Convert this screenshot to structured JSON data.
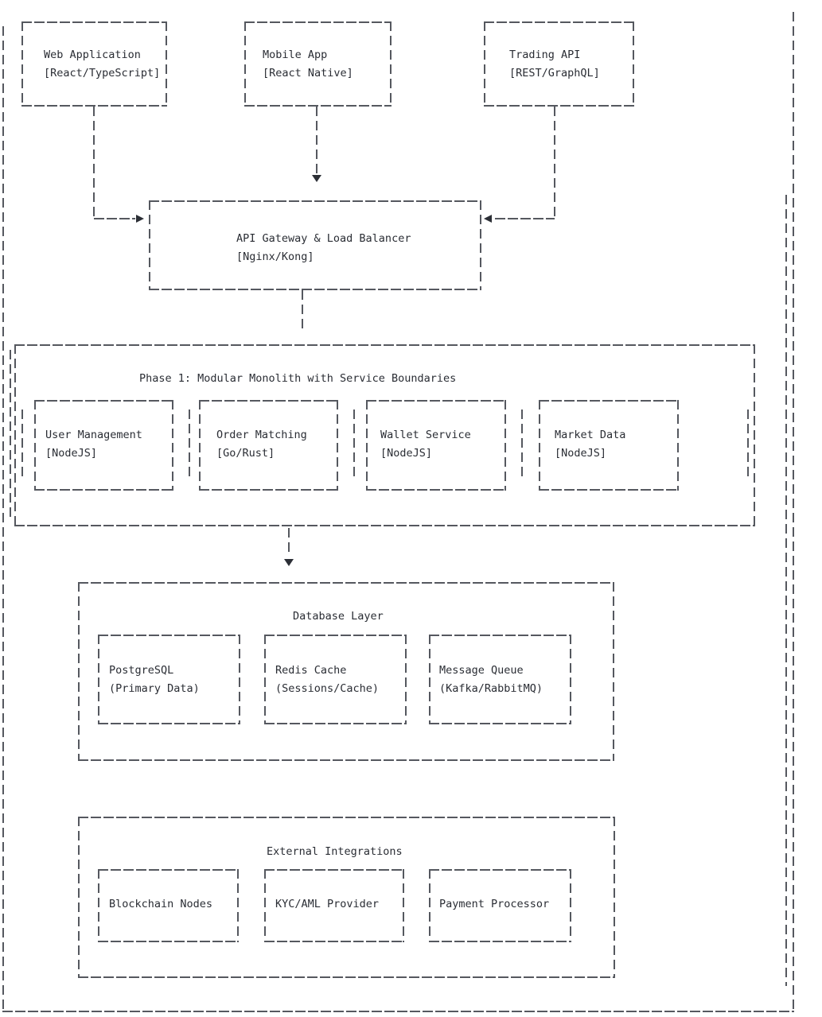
{
  "diagram": {
    "colors": {
      "line": "#55585f",
      "text": "#2a2d34",
      "arrow": "#2c2f36",
      "background": "#ffffff"
    },
    "nodes": {
      "web": {
        "title": "Web Application",
        "tech": "[React/TypeScript]"
      },
      "mobile": {
        "title": "Mobile App",
        "tech": "[React Native]"
      },
      "trading": {
        "title": "Trading API",
        "tech": "[REST/GraphQL]"
      },
      "gateway": {
        "title": "API Gateway & Load Balancer",
        "tech": "[Nginx/Kong]"
      },
      "um": {
        "title": "User Management",
        "tech": "[NodeJS]"
      },
      "om": {
        "title": "Order Matching",
        "tech": "[Go/Rust]"
      },
      "ws": {
        "title": "Wallet Service",
        "tech": "[NodeJS]"
      },
      "md": {
        "title": "Market Data",
        "tech": "[NodeJS]"
      },
      "pg": {
        "title": "PostgreSQL",
        "tech": "(Primary Data)"
      },
      "redis": {
        "title": "Redis Cache",
        "tech": "(Sessions/Cache)"
      },
      "mq": {
        "title": "Message Queue",
        "tech": "(Kafka/RabbitMQ)"
      },
      "bc": {
        "title": "Blockchain Nodes",
        "tech": ""
      },
      "kyc": {
        "title": "KYC/AML Provider",
        "tech": ""
      },
      "pay": {
        "title": "Payment Processor",
        "tech": ""
      }
    },
    "sections": {
      "phase1": {
        "title": "Phase 1: Modular Monolith with Service Boundaries"
      },
      "database": {
        "title": "Database Layer"
      },
      "external": {
        "title": "External Integrations"
      }
    }
  }
}
